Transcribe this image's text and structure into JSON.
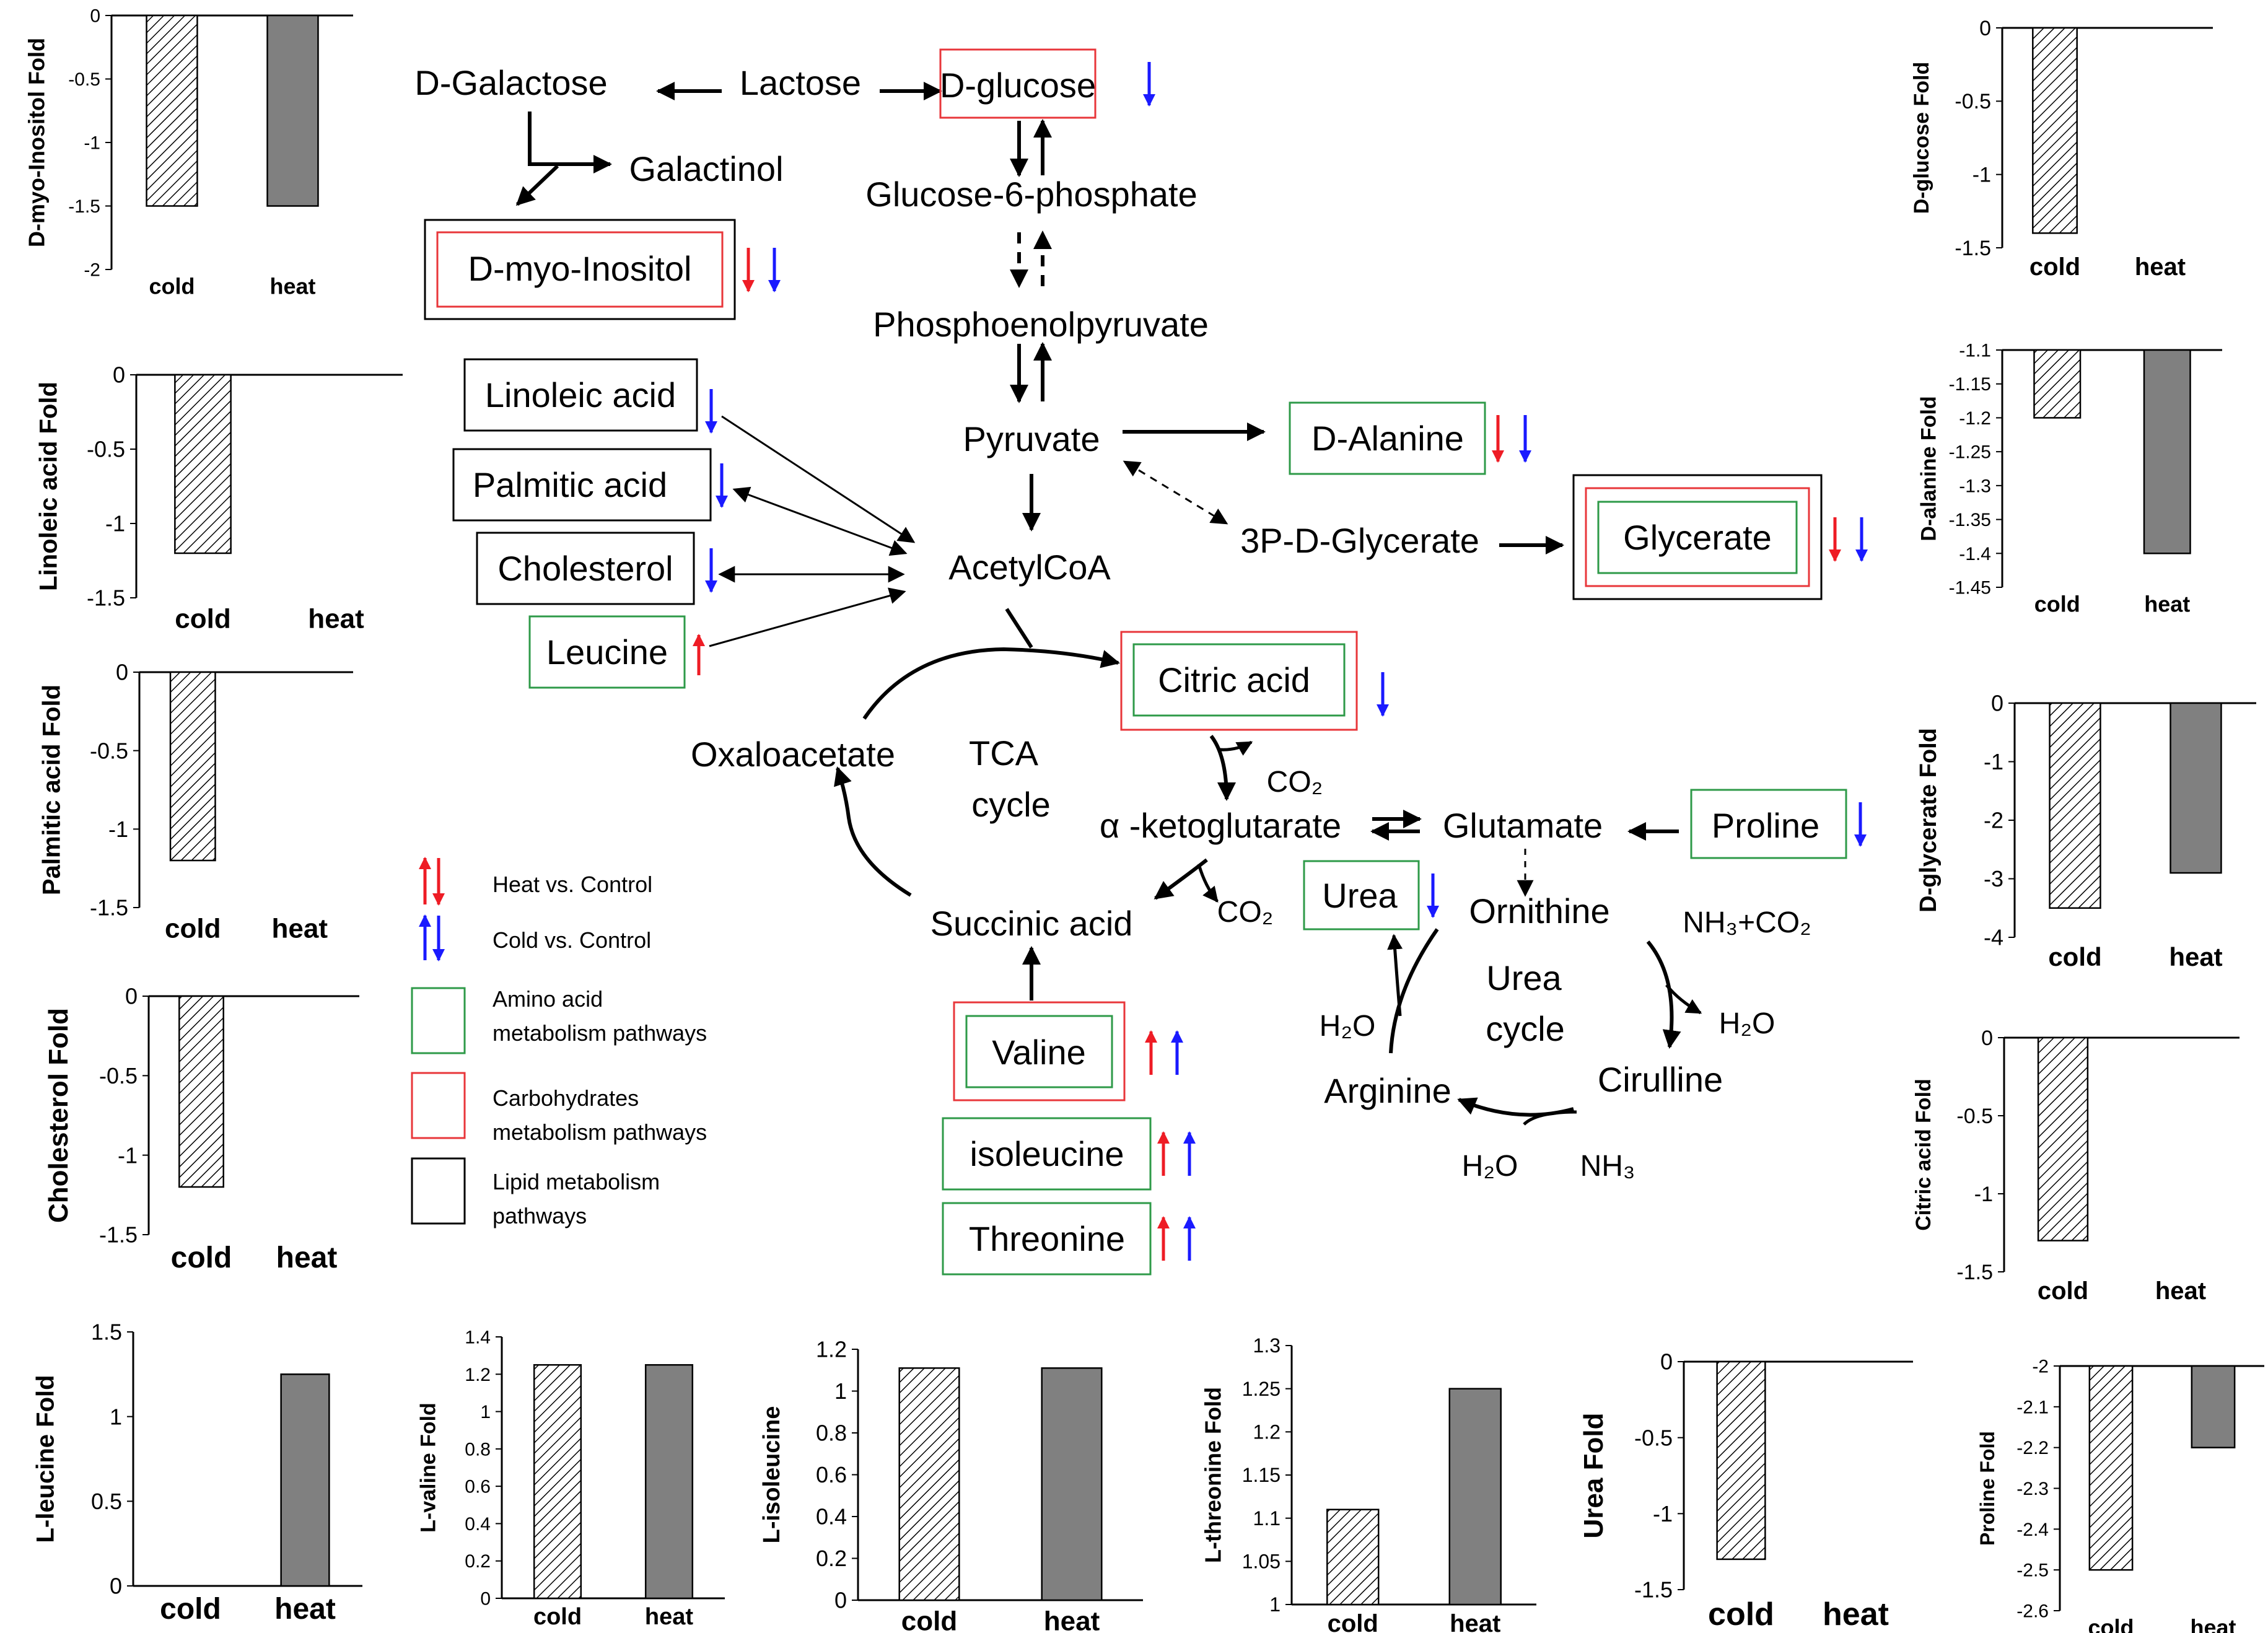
{
  "colors": {
    "carb": "#e8363a",
    "amino": "#2e9a48",
    "lipid": "#000000",
    "heat_arrow": "#ee1c25",
    "cold_arrow": "#1a1aff",
    "bar_heat": "#808080"
  },
  "metabolites": {
    "d_galactose": "D-Galactose",
    "lactose": "Lactose",
    "d_glucose": "D-glucose",
    "galactinol": "Galactinol",
    "glucose6p": "Glucose-6-phosphate",
    "d_myo_inositol": "D-myo-Inositol",
    "pep": "Phosphoenolpyruvate",
    "linoleic": "Linoleic acid",
    "palmitic": "Palmitic acid",
    "cholesterol": "Cholesterol",
    "leucine": "Leucine",
    "pyruvate": "Pyruvate",
    "d_alanine": "D-Alanine",
    "glycerate_3p": "3P-D-Glycerate",
    "glycerate": "Glycerate",
    "acetylcoa": "AcetylCoA",
    "citric": "Citric acid",
    "oxaloacetate": "Oxaloacetate",
    "tca_1": "TCA",
    "tca_2": "cycle",
    "co2_1": "CO₂",
    "akg": "α -ketoglutarate",
    "glutamate": "Glutamate",
    "proline": "Proline",
    "co2_2": "CO₂",
    "urea": "Urea",
    "ornithine": "Ornithine",
    "nh3co2": "NH₃+CO₂",
    "succinic": "Succinic acid",
    "urea_cycle_1": "Urea",
    "urea_cycle_2": "cycle",
    "h2o_1": "H₂O",
    "h2o_2": "H₂O",
    "cirulline": "Cirulline",
    "arginine": "Arginine",
    "h2o_3": "H₂O",
    "nh3": "NH₃",
    "valine": "Valine",
    "isoleucine": "isoleucine",
    "threonine": "Threonine"
  },
  "legend": {
    "heat_vs_control": "Heat vs. Control",
    "cold_vs_control": "Cold vs. Control",
    "amino_1": "Amino acid",
    "amino_2": "metabolism pathways",
    "carb_1": "Carbohydrates",
    "carb_2": "metabolism pathways",
    "lipid_1": "Lipid metabolism",
    "lipid_2": "pathways"
  },
  "chart_data": [
    {
      "id": "myo",
      "type": "bar",
      "ylabel": "D-myo-Inositol Fold",
      "categories": [
        "cold",
        "heat"
      ],
      "values": [
        -1.5,
        -1.5
      ],
      "ylim": [
        -2,
        0
      ],
      "ticks": [
        "0",
        "-0.5",
        "-1",
        "-1.5",
        "-2"
      ]
    },
    {
      "id": "linoleic",
      "type": "bar",
      "ylabel": "Linoleic acid Fold",
      "categories": [
        "cold",
        "heat"
      ],
      "values": [
        -1.2,
        0
      ],
      "ylim": [
        -1.5,
        0
      ],
      "ticks": [
        "0",
        "-0.5",
        "-1",
        "-1.5"
      ]
    },
    {
      "id": "palmitic",
      "type": "bar",
      "ylabel": "Palmitic acid Fold",
      "categories": [
        "cold",
        "heat"
      ],
      "values": [
        -1.2,
        0
      ],
      "ylim": [
        -1.5,
        0
      ],
      "ticks": [
        "0",
        "-0.5",
        "-1",
        "-1.5"
      ]
    },
    {
      "id": "cholesterol",
      "type": "bar",
      "ylabel": "Cholesterol Fold",
      "categories": [
        "cold",
        "heat"
      ],
      "values": [
        -1.2,
        0
      ],
      "ylim": [
        -1.5,
        0
      ],
      "ticks": [
        "0",
        "-0.5",
        "-1",
        "-1.5"
      ]
    },
    {
      "id": "leucine",
      "type": "bar",
      "ylabel": "L-leucine Fold",
      "categories": [
        "cold",
        "heat"
      ],
      "values": [
        0,
        1.25
      ],
      "ylim": [
        0,
        1.5
      ],
      "ticks": [
        "1.5",
        "1",
        "0.5",
        "0"
      ]
    },
    {
      "id": "valine",
      "type": "bar",
      "ylabel": "L-valine Fold",
      "categories": [
        "cold",
        "heat"
      ],
      "values": [
        1.25,
        1.25
      ],
      "ylim": [
        0,
        1.4
      ],
      "ticks": [
        "1.4",
        "1.2",
        "1",
        "0.8",
        "0.6",
        "0.4",
        "0.2",
        "0"
      ]
    },
    {
      "id": "isoleucine",
      "type": "bar",
      "ylabel": "L-isoleucine",
      "categories": [
        "cold",
        "heat"
      ],
      "values": [
        1.11,
        1.11
      ],
      "ylim": [
        0,
        1.2
      ],
      "ticks": [
        "1.2",
        "1",
        "0.8",
        "0.6",
        "0.4",
        "0.2",
        "0"
      ]
    },
    {
      "id": "threonine",
      "type": "bar",
      "ylabel": "L-threonine Fold",
      "categories": [
        "cold",
        "heat"
      ],
      "values": [
        1.11,
        1.25
      ],
      "ylim": [
        1,
        1.3
      ],
      "ticks": [
        "1.3",
        "1.25",
        "1.2",
        "1.15",
        "1.1",
        "1.05",
        "1"
      ]
    },
    {
      "id": "urea",
      "type": "bar",
      "ylabel": "Urea Fold",
      "categories": [
        "cold",
        "heat"
      ],
      "values": [
        -1.3,
        0
      ],
      "ylim": [
        -1.5,
        0
      ],
      "ticks": [
        "0",
        "-0.5",
        "-1",
        "-1.5"
      ]
    },
    {
      "id": "proline",
      "type": "bar",
      "ylabel": "Proline Fold",
      "categories": [
        "cold",
        "heat"
      ],
      "values": [
        -2.5,
        -2.2
      ],
      "ylim": [
        -2.6,
        -2
      ],
      "ticks": [
        "-2",
        "-2.1",
        "-2.2",
        "-2.3",
        "-2.4",
        "-2.5",
        "-2.6"
      ]
    },
    {
      "id": "glucose",
      "type": "bar",
      "ylabel": "D-glucose Fold",
      "categories": [
        "cold",
        "heat"
      ],
      "values": [
        -1.4,
        0
      ],
      "ylim": [
        -1.5,
        0
      ],
      "ticks": [
        "0",
        "-0.5",
        "-1",
        "-1.5"
      ]
    },
    {
      "id": "alanine",
      "type": "bar",
      "ylabel": "D-alanine Fold",
      "categories": [
        "cold",
        "heat"
      ],
      "values": [
        -1.2,
        -1.4
      ],
      "ylim": [
        -1.45,
        -1.1
      ],
      "ticks": [
        "-1.1",
        "-1.15",
        "-1.2",
        "-1.25",
        "-1.3",
        "-1.35",
        "-1.4",
        "-1.45"
      ]
    },
    {
      "id": "glycerate",
      "type": "bar",
      "ylabel": "D-glycerate Fold",
      "categories": [
        "cold",
        "heat"
      ],
      "values": [
        -3.5,
        -2.9
      ],
      "ylim": [
        -4,
        0
      ],
      "ticks": [
        "0",
        "-1",
        "-2",
        "-3",
        "-4"
      ]
    },
    {
      "id": "citric",
      "type": "bar",
      "ylabel": "Citric acid Fold",
      "categories": [
        "cold",
        "heat"
      ],
      "values": [
        -1.3,
        0
      ],
      "ylim": [
        -1.5,
        0
      ],
      "ticks": [
        "0",
        "-0.5",
        "-1",
        "-1.5"
      ]
    }
  ]
}
